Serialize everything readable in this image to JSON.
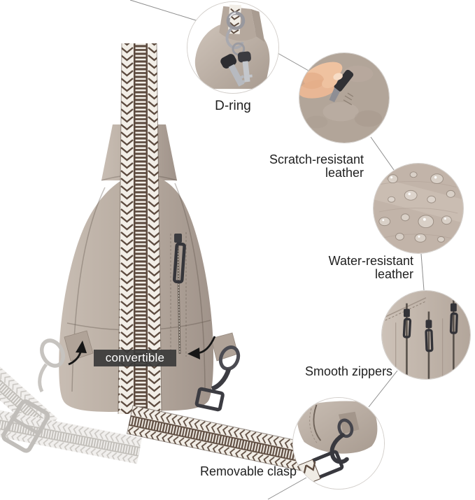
{
  "badge": {
    "label": "convertible"
  },
  "callouts": [
    {
      "id": "d-ring",
      "label": "D-ring"
    },
    {
      "id": "scratch-resistant-leather",
      "line1": "Scratch-resistant",
      "line2": "leather"
    },
    {
      "id": "water-resistant-leather",
      "line1": "Water-resistant",
      "line2": "leather"
    },
    {
      "id": "smooth-zippers",
      "label": "Smooth zippers"
    },
    {
      "id": "removable-clasp",
      "label": "Removable clasp"
    }
  ],
  "colors": {
    "background": "#ffffff",
    "leather": "#b7aba0",
    "leather_dark": "#a3968b",
    "strap_brown": "#5d4b3f",
    "strap_cream": "#f2eee7",
    "metal_dark": "#3c3c42",
    "metal_light": "#c6c3bf",
    "leader_line": "#8c8c8c",
    "label_text": "#1f1f1f",
    "badge_bg": "#3a3a3a",
    "badge_text": "#ffffff"
  }
}
